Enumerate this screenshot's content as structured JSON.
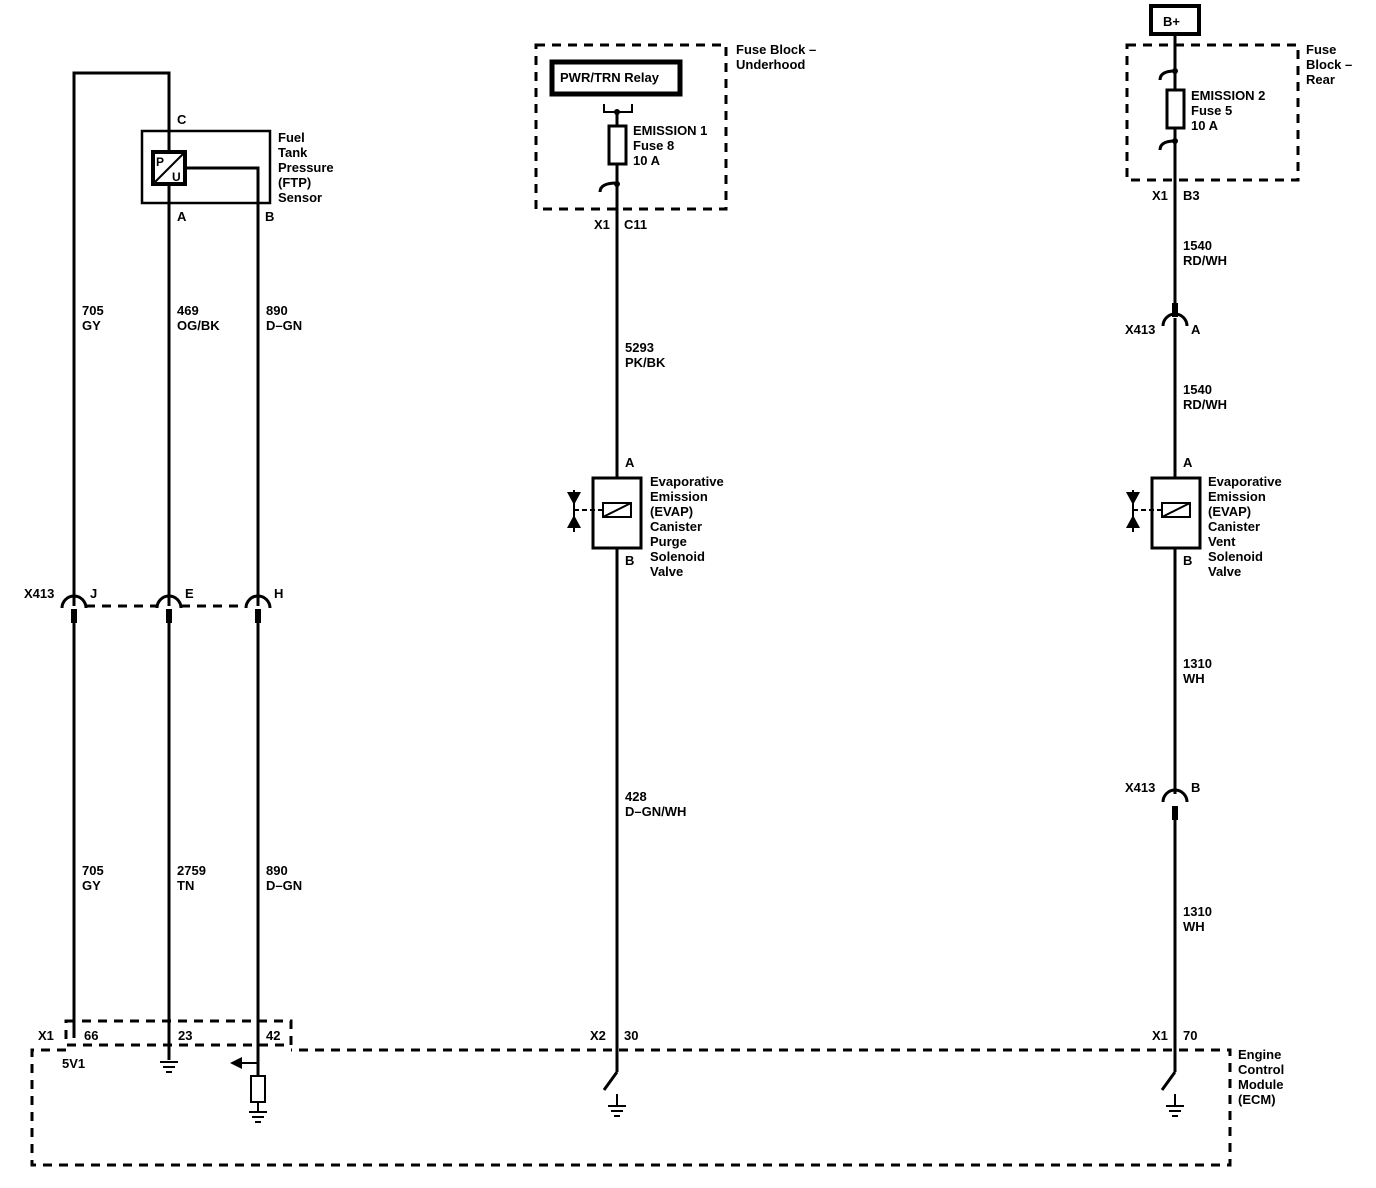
{
  "battery": {
    "label": "B+"
  },
  "relay": {
    "label": "PWR/TRN Relay"
  },
  "fuse_block_underhood": {
    "line1": "Fuse Block –",
    "line2": "Underhood"
  },
  "fuse_block_rear": {
    "line1": "Fuse",
    "line2": "Block –",
    "line3": "Rear"
  },
  "fuse_emission1": {
    "name": "EMISSION 1",
    "fuse": "Fuse 8",
    "rating": "10 A"
  },
  "fuse_emission2": {
    "name": "EMISSION 2",
    "fuse": "Fuse 5",
    "rating": "10 A"
  },
  "ftp_sensor": {
    "lines": [
      "Fuel",
      "Tank",
      "Pressure",
      "(FTP)",
      "Sensor"
    ],
    "pin_c": "C",
    "pin_a": "A",
    "pin_b": "B",
    "glyph_p": "P",
    "glyph_u": "U"
  },
  "purge_valve": {
    "lines": [
      "Evaporative",
      "Emission",
      "(EVAP)",
      "Canister",
      "Purge",
      "Solenoid",
      "Valve"
    ],
    "pin_a": "A",
    "pin_b": "B"
  },
  "vent_valve": {
    "lines": [
      "Evaporative",
      "Emission",
      "(EVAP)",
      "Canister",
      "Vent",
      "Solenoid",
      "Valve"
    ],
    "pin_a": "A",
    "pin_b": "B"
  },
  "ecm": {
    "lines": [
      "Engine",
      "Control",
      "Module",
      "(ECM)"
    ],
    "ref_label": "5V1"
  },
  "connectors": {
    "fuse_x1": "X1",
    "fuse_c11": "C11",
    "rear_x1": "X1",
    "rear_b3": "B3",
    "x413_left": "X413",
    "pin_j": "J",
    "pin_e": "E",
    "pin_h": "H",
    "x413_a_name": "X413",
    "x413_a_pin": "A",
    "x413_b_name": "X413",
    "x413_b_pin": "B",
    "ecm_x1_left": "X1",
    "ecm_66": "66",
    "ecm_23": "23",
    "ecm_42": "42",
    "ecm_x2": "X2",
    "ecm_30": "30",
    "ecm_x1_right": "X1",
    "ecm_70": "70"
  },
  "wires": {
    "w705_top": {
      "circuit": "705",
      "color": "GY"
    },
    "w469": {
      "circuit": "469",
      "color": "OG/BK"
    },
    "w890_top": {
      "circuit": "890",
      "color": "D–GN"
    },
    "w705_bot": {
      "circuit": "705",
      "color": "GY"
    },
    "w2759": {
      "circuit": "2759",
      "color": "TN"
    },
    "w890_bot": {
      "circuit": "890",
      "color": "D–GN"
    },
    "w5293": {
      "circuit": "5293",
      "color": "PK/BK"
    },
    "w428": {
      "circuit": "428",
      "color": "D–GN/WH"
    },
    "w1540_top": {
      "circuit": "1540",
      "color": "RD/WH"
    },
    "w1540_bot": {
      "circuit": "1540",
      "color": "RD/WH"
    },
    "w1310_top": {
      "circuit": "1310",
      "color": "WH"
    },
    "w1310_bot": {
      "circuit": "1310",
      "color": "WH"
    }
  }
}
